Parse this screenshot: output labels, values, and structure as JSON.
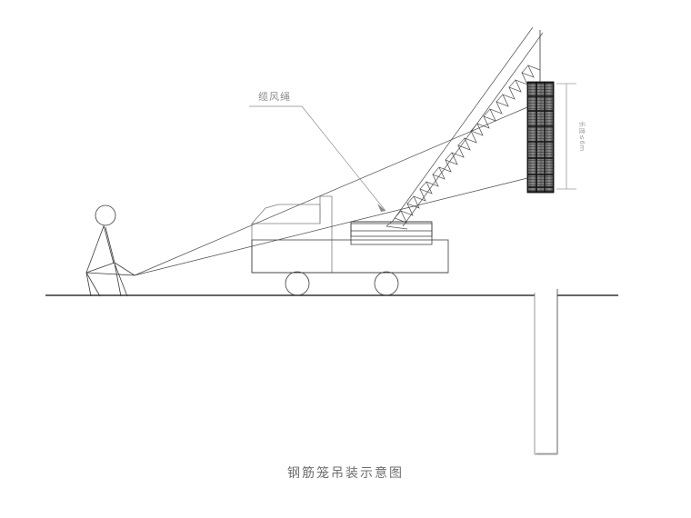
{
  "drawing": {
    "caption": "钢筋笼吊装示意图",
    "guy_rope_label": "缆风绳",
    "cage_length_label": "长度≤6m",
    "background_color": "#ffffff",
    "line_color": "#3a3a3a",
    "ground_color": "#333333",
    "cage_fill_color": "#b9b9b9",
    "label_color": "#8c8c8c"
  },
  "parts": {
    "ground_line": "ground-line",
    "borehole": "borehole-pile",
    "rebar_cage": "rebar-cage",
    "dimension_line": "cage-length-dimension",
    "crawler_crane": "crawler-crane",
    "lattice_boom": "lattice-boom",
    "hoist_line": "hoist-line",
    "worker": "worker-stick-figure",
    "guy_ropes": "guy-ropes",
    "leader_line": "guy-rope-leader"
  }
}
